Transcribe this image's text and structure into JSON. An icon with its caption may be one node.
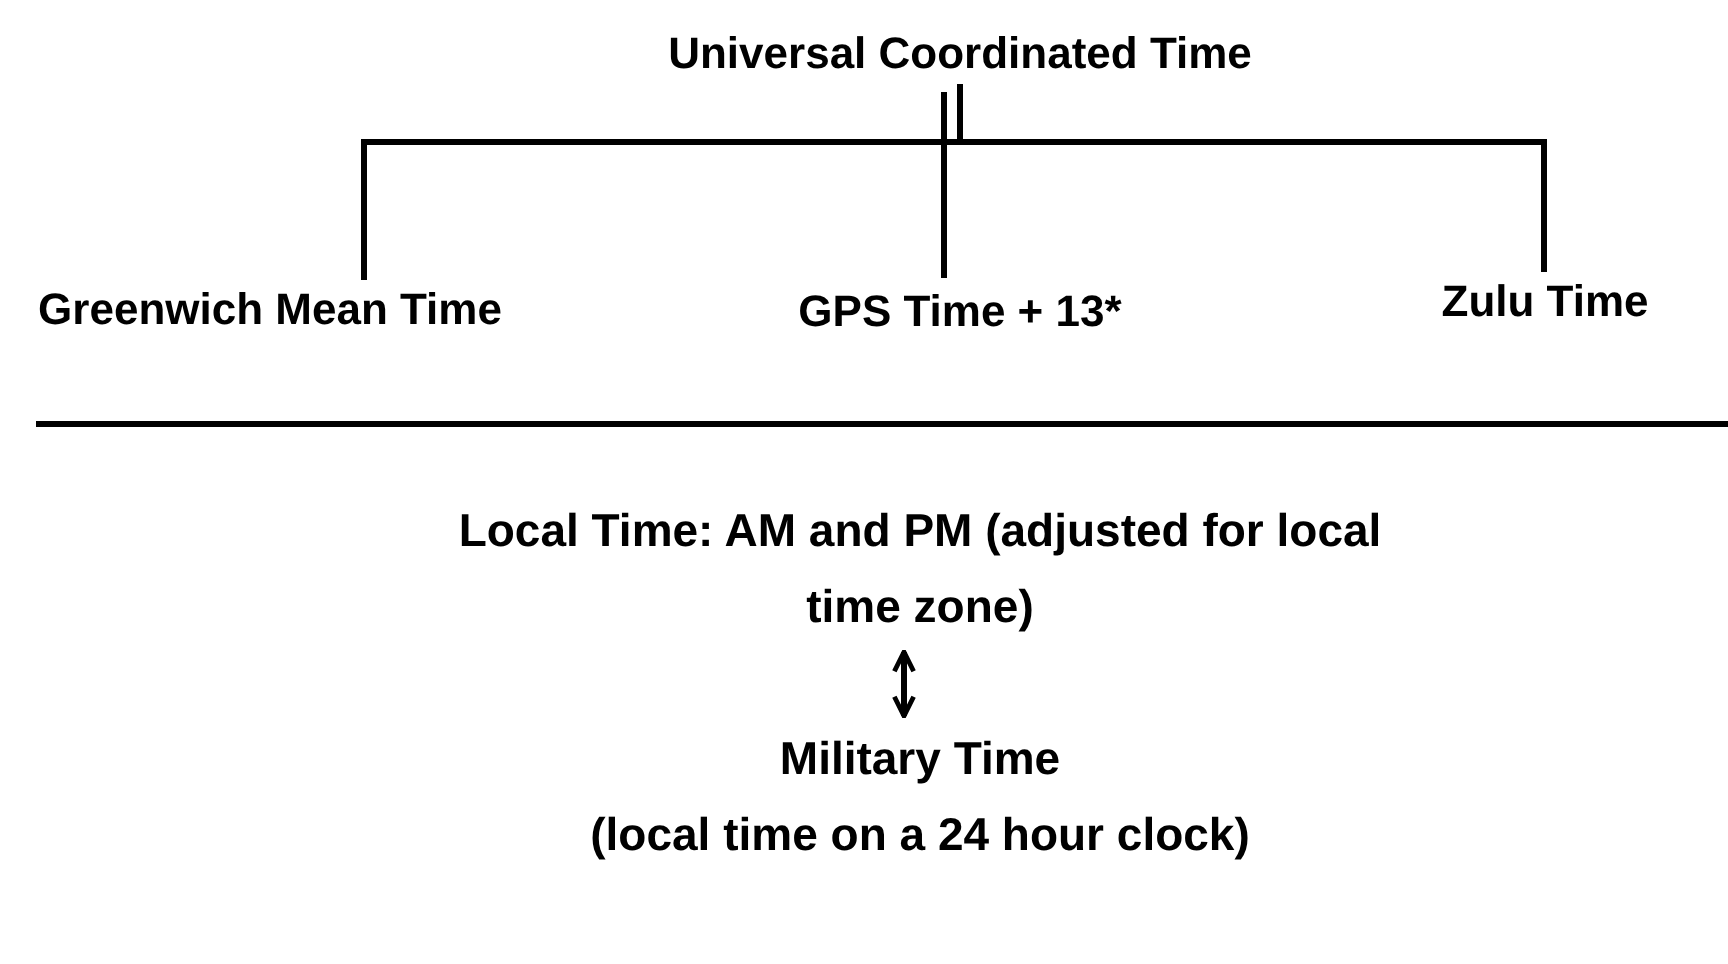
{
  "diagram": {
    "nodes": [
      {
        "text": [
          "Universal Coordinated Time"
        ]
      },
      {
        "text": [
          "Greenwich Mean Time"
        ]
      },
      {
        "text": [
          "GPS Time + 13*"
        ]
      },
      {
        "text": [
          "Zulu Time"
        ]
      },
      {
        "text": [
          "Local Time: AM and PM (adjusted for local time zone)"
        ]
      },
      {
        "text": [
          "Military Time",
          "(local time on a 24 hour clock)"
        ]
      }
    ],
    "edges": [
      {
        "from": 0,
        "to": 1,
        "arrow": "none"
      },
      {
        "from": 0,
        "to": 2,
        "arrow": "none"
      },
      {
        "from": 0,
        "to": 3,
        "arrow": "none"
      },
      {
        "from": 4,
        "to": 5,
        "arrow": "both"
      }
    ]
  }
}
